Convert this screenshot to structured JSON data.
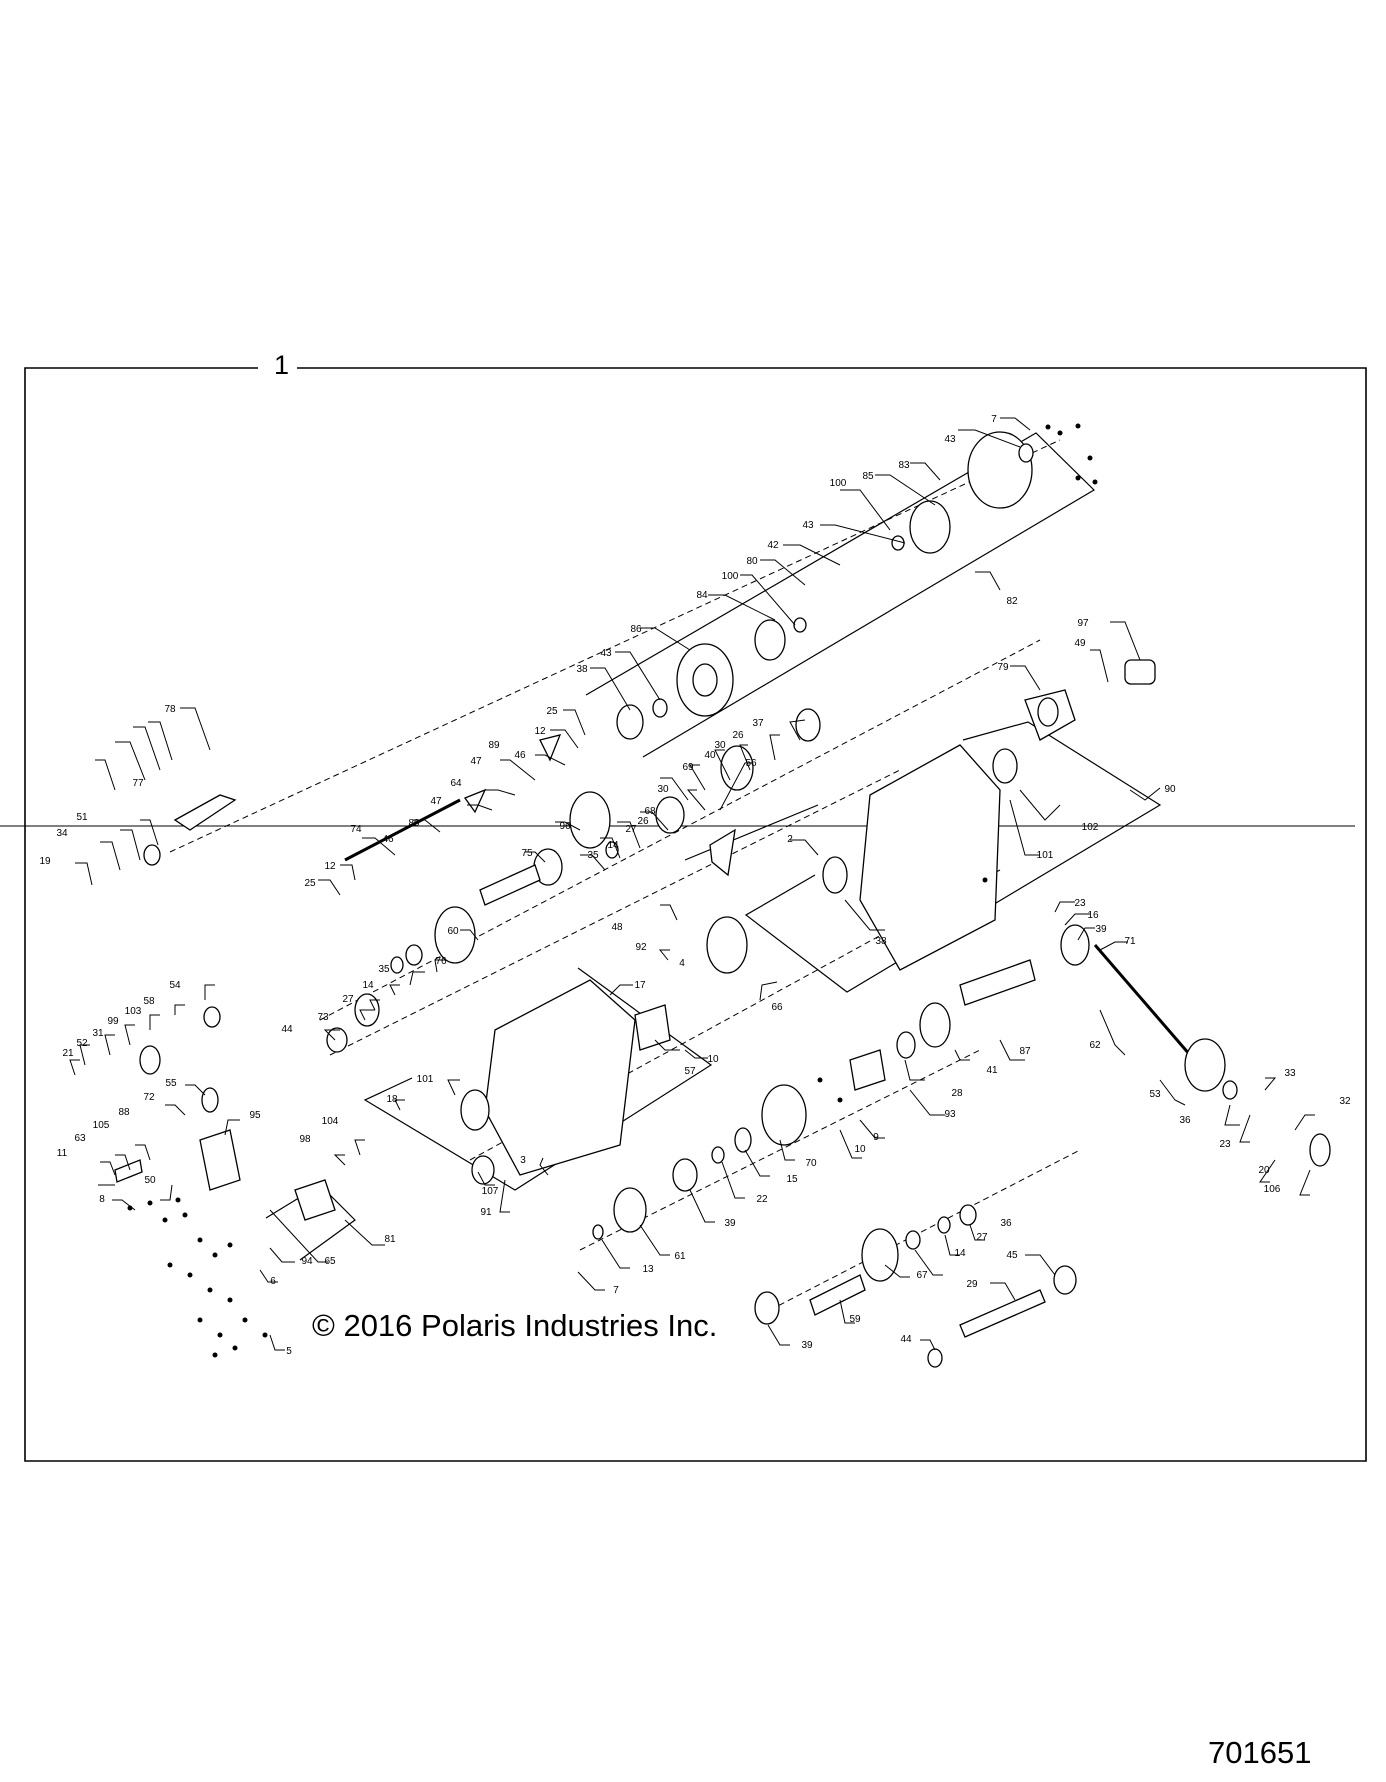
{
  "frame_title": "1",
  "copyright": "© 2016 Polaris Industries Inc.",
  "drawing_number": "701651",
  "callouts": [
    {
      "id": "c7a",
      "label": "7"
    },
    {
      "id": "c43a",
      "label": "43"
    },
    {
      "id": "c83",
      "label": "83"
    },
    {
      "id": "c85",
      "label": "85"
    },
    {
      "id": "c43b",
      "label": "43"
    },
    {
      "id": "c100a",
      "label": "100"
    },
    {
      "id": "c42",
      "label": "42"
    },
    {
      "id": "c80",
      "label": "80"
    },
    {
      "id": "c100b",
      "label": "100"
    },
    {
      "id": "c84",
      "label": "84"
    },
    {
      "id": "c82",
      "label": "82"
    },
    {
      "id": "c86",
      "label": "86"
    },
    {
      "id": "c43c",
      "label": "43"
    },
    {
      "id": "c38a",
      "label": "38"
    },
    {
      "id": "c97",
      "label": "97"
    },
    {
      "id": "c49",
      "label": "49"
    },
    {
      "id": "c79",
      "label": "79"
    },
    {
      "id": "c25a",
      "label": "25"
    },
    {
      "id": "c12a",
      "label": "12"
    },
    {
      "id": "c46a",
      "label": "46"
    },
    {
      "id": "c89a",
      "label": "89"
    },
    {
      "id": "c47a",
      "label": "47"
    },
    {
      "id": "c64",
      "label": "64"
    },
    {
      "id": "c37",
      "label": "37"
    },
    {
      "id": "c26a",
      "label": "26"
    },
    {
      "id": "c30a",
      "label": "30"
    },
    {
      "id": "c40",
      "label": "40"
    },
    {
      "id": "c69",
      "label": "69"
    },
    {
      "id": "c30b",
      "label": "30"
    },
    {
      "id": "c78",
      "label": "78"
    },
    {
      "id": "c47b",
      "label": "47"
    },
    {
      "id": "c89b",
      "label": "89"
    },
    {
      "id": "c46b",
      "label": "46"
    },
    {
      "id": "c74",
      "label": "74"
    },
    {
      "id": "c77",
      "label": "77"
    },
    {
      "id": "c51",
      "label": "51"
    },
    {
      "id": "c34",
      "label": "34"
    },
    {
      "id": "c19",
      "label": "19"
    },
    {
      "id": "c12b",
      "label": "12"
    },
    {
      "id": "c25b",
      "label": "25"
    },
    {
      "id": "c68",
      "label": "68"
    },
    {
      "id": "c26b",
      "label": "26"
    },
    {
      "id": "c27a",
      "label": "27"
    },
    {
      "id": "c14a",
      "label": "14"
    },
    {
      "id": "c35a",
      "label": "35"
    },
    {
      "id": "c2",
      "label": "2"
    },
    {
      "id": "c90",
      "label": "90"
    },
    {
      "id": "c102",
      "label": "102"
    },
    {
      "id": "c101a",
      "label": "101"
    },
    {
      "id": "c96",
      "label": "96"
    },
    {
      "id": "c75",
      "label": "75"
    },
    {
      "id": "c56",
      "label": "56"
    },
    {
      "id": "c60",
      "label": "60"
    },
    {
      "id": "c48",
      "label": "48"
    },
    {
      "id": "c92",
      "label": "92"
    },
    {
      "id": "c4",
      "label": "4"
    },
    {
      "id": "c38b",
      "label": "38"
    },
    {
      "id": "c23a",
      "label": "23"
    },
    {
      "id": "c16",
      "label": "16"
    },
    {
      "id": "c39a",
      "label": "39"
    },
    {
      "id": "c71",
      "label": "71"
    },
    {
      "id": "c76",
      "label": "76"
    },
    {
      "id": "c35b",
      "label": "35"
    },
    {
      "id": "c14b",
      "label": "14"
    },
    {
      "id": "c27b",
      "label": "27"
    },
    {
      "id": "c66",
      "label": "66"
    },
    {
      "id": "c73",
      "label": "73"
    },
    {
      "id": "c44a",
      "label": "44"
    },
    {
      "id": "c17",
      "label": "17"
    },
    {
      "id": "c57",
      "label": "57"
    },
    {
      "id": "c10a",
      "label": "10"
    },
    {
      "id": "c87",
      "label": "87"
    },
    {
      "id": "c41",
      "label": "41"
    },
    {
      "id": "c62",
      "label": "62"
    },
    {
      "id": "c54",
      "label": "54"
    },
    {
      "id": "c58",
      "label": "58"
    },
    {
      "id": "c103",
      "label": "103"
    },
    {
      "id": "c99",
      "label": "99"
    },
    {
      "id": "c31",
      "label": "31"
    },
    {
      "id": "c52",
      "label": "52"
    },
    {
      "id": "c21",
      "label": "21"
    },
    {
      "id": "c101b",
      "label": "101"
    },
    {
      "id": "c18",
      "label": "18"
    },
    {
      "id": "c28",
      "label": "28"
    },
    {
      "id": "c93",
      "label": "93"
    },
    {
      "id": "c9",
      "label": "9"
    },
    {
      "id": "c10b",
      "label": "10"
    },
    {
      "id": "c53",
      "label": "53"
    },
    {
      "id": "c36a",
      "label": "36"
    },
    {
      "id": "c33",
      "label": "33"
    },
    {
      "id": "c23b",
      "label": "23"
    },
    {
      "id": "c32",
      "label": "32"
    },
    {
      "id": "c20",
      "label": "20"
    },
    {
      "id": "c106",
      "label": "106"
    },
    {
      "id": "c55",
      "label": "55"
    },
    {
      "id": "c72",
      "label": "72"
    },
    {
      "id": "c95",
      "label": "95"
    },
    {
      "id": "c88",
      "label": "88"
    },
    {
      "id": "c105",
      "label": "105"
    },
    {
      "id": "c63",
      "label": "63"
    },
    {
      "id": "c11",
      "label": "11"
    },
    {
      "id": "c50",
      "label": "50"
    },
    {
      "id": "c104",
      "label": "104"
    },
    {
      "id": "c98",
      "label": "98"
    },
    {
      "id": "c3",
      "label": "3"
    },
    {
      "id": "c107",
      "label": "107"
    },
    {
      "id": "c91",
      "label": "91"
    },
    {
      "id": "c70",
      "label": "70"
    },
    {
      "id": "c15",
      "label": "15"
    },
    {
      "id": "c22",
      "label": "22"
    },
    {
      "id": "c39b",
      "label": "39"
    },
    {
      "id": "c61",
      "label": "61"
    },
    {
      "id": "c13",
      "label": "13"
    },
    {
      "id": "c7b",
      "label": "7"
    },
    {
      "id": "c36b",
      "label": "36"
    },
    {
      "id": "c27c",
      "label": "27"
    },
    {
      "id": "c14c",
      "label": "14"
    },
    {
      "id": "c67",
      "label": "67"
    },
    {
      "id": "c45",
      "label": "45"
    },
    {
      "id": "c29",
      "label": "29"
    },
    {
      "id": "c59",
      "label": "59"
    },
    {
      "id": "c39c",
      "label": "39"
    },
    {
      "id": "c44b",
      "label": "44"
    },
    {
      "id": "c8",
      "label": "8"
    },
    {
      "id": "c81",
      "label": "81"
    },
    {
      "id": "c65",
      "label": "65"
    },
    {
      "id": "c94",
      "label": "94"
    },
    {
      "id": "c6",
      "label": "6"
    },
    {
      "id": "c5",
      "label": "5"
    }
  ]
}
